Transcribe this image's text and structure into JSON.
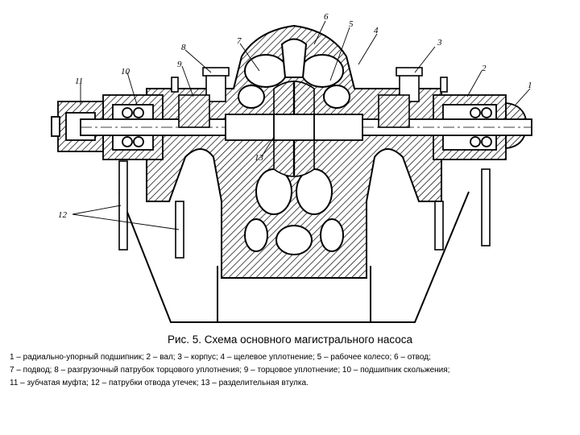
{
  "callouts": {
    "n1": "1",
    "n2": "2",
    "n3": "3",
    "n4": "4",
    "n5": "5",
    "n6": "6",
    "n7": "7",
    "n8": "8",
    "n9": "9",
    "n10": "10",
    "n11": "11",
    "n12": "12",
    "n13": "13"
  },
  "caption": {
    "title": "Рис. 5. Схема основного магистрального насоса",
    "lines": [
      "1 – радиально-упорный подшипник; 2 – вал; 3 – корпус; 4 – щелевое уплотнение; 5 – рабочее колесо; 6 – отвод;",
      "7 – подвод; 8 – разгрузочный патрубок торцового уплотнения; 9 – торцовое уплотнение; 10 – подшипник скольжения;",
      "11 – зубчатая муфта; 12 – патрубки отвода утечек; 13 – разделительная втулка."
    ]
  }
}
